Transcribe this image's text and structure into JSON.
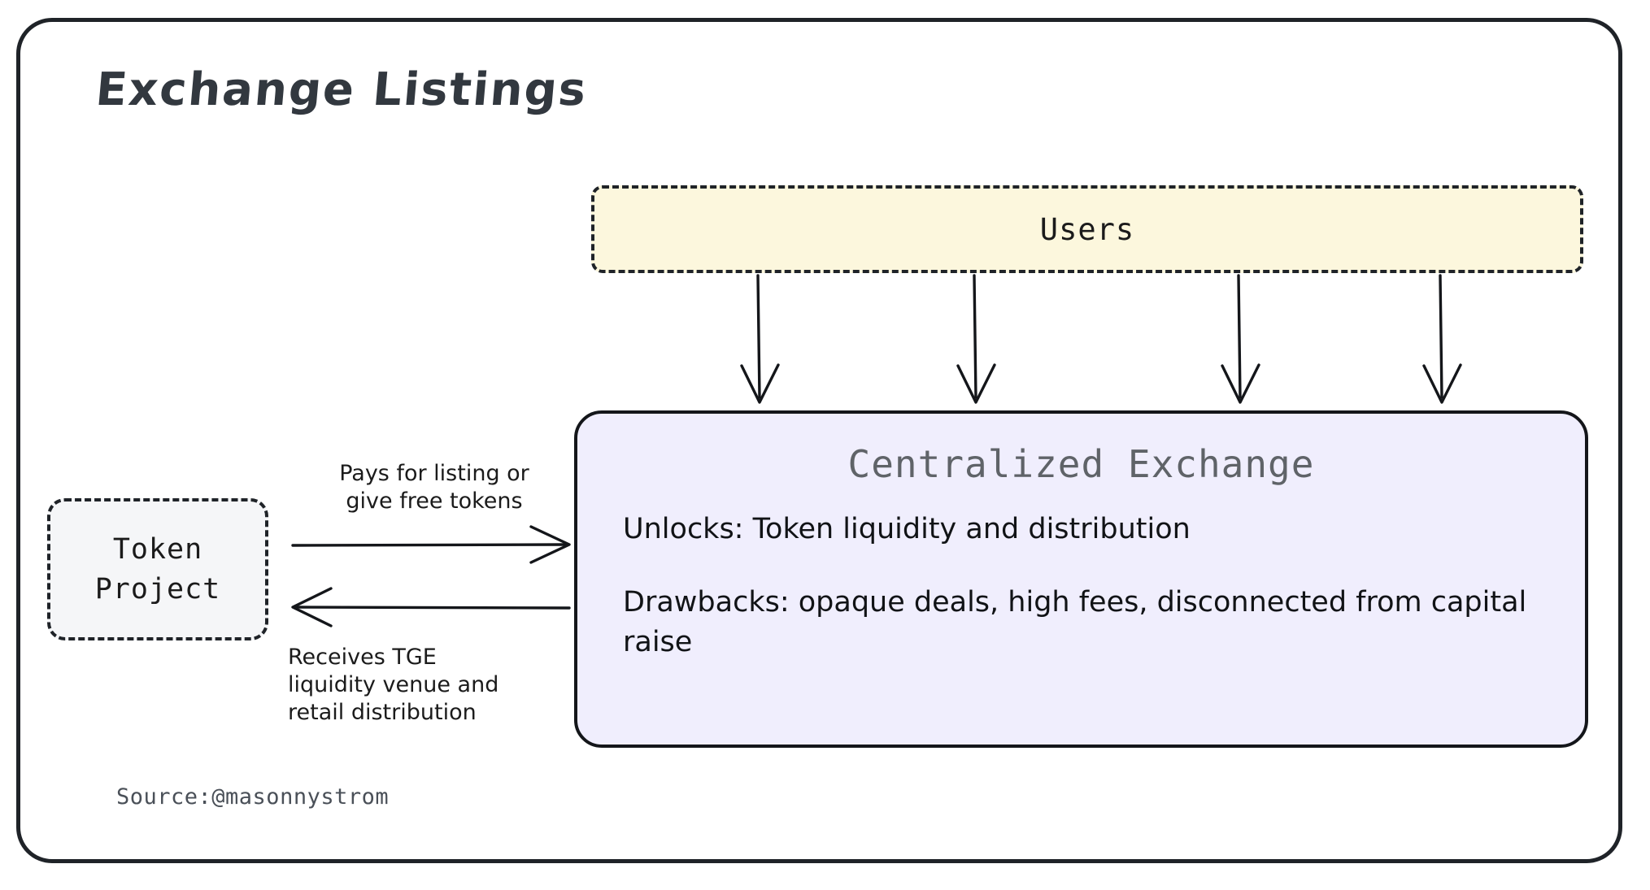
{
  "diagram": {
    "title": "Exchange Listings",
    "source_note": "Source:@masonnystrom",
    "colors": {
      "frame_stroke": "#1f2328",
      "users_fill": "#fcf7dd",
      "token_fill": "#f5f6f8",
      "exchange_fill": "#f0eefd",
      "exchange_title": "#5f6368",
      "text": "#1b1b1b",
      "source_text": "#4a5058",
      "arrow_stroke": "#14161a"
    }
  },
  "nodes": {
    "users": {
      "label": "Users",
      "style": "dashed",
      "fill": "#fcf7dd"
    },
    "token_project": {
      "line1": "Token",
      "line2": "Project",
      "style": "dashed",
      "fill": "#f5f6f8"
    },
    "centralized_exchange": {
      "title": "Centralized Exchange",
      "style": "solid",
      "fill": "#f0eefd",
      "paragraphs": [
        "Unlocks: Token liquidity and distribution",
        "Drawbacks: opaque deals, high fees, disconnected from capital raise"
      ]
    }
  },
  "edges": [
    {
      "id": "token-to-exchange",
      "from": "token_project",
      "to": "centralized_exchange",
      "direction": "right",
      "label": "Pays for listing or\ngive free tokens"
    },
    {
      "id": "exchange-to-token",
      "from": "centralized_exchange",
      "to": "token_project",
      "direction": "left",
      "label": "Receives TGE\nliquidity venue and\nretail distribution"
    },
    {
      "id": "users-to-exchange-1",
      "from": "users",
      "to": "centralized_exchange",
      "direction": "down",
      "label": ""
    },
    {
      "id": "users-to-exchange-2",
      "from": "users",
      "to": "centralized_exchange",
      "direction": "down",
      "label": ""
    },
    {
      "id": "users-to-exchange-3",
      "from": "users",
      "to": "centralized_exchange",
      "direction": "down",
      "label": ""
    },
    {
      "id": "users-to-exchange-4",
      "from": "users",
      "to": "centralized_exchange",
      "direction": "down",
      "label": ""
    }
  ]
}
